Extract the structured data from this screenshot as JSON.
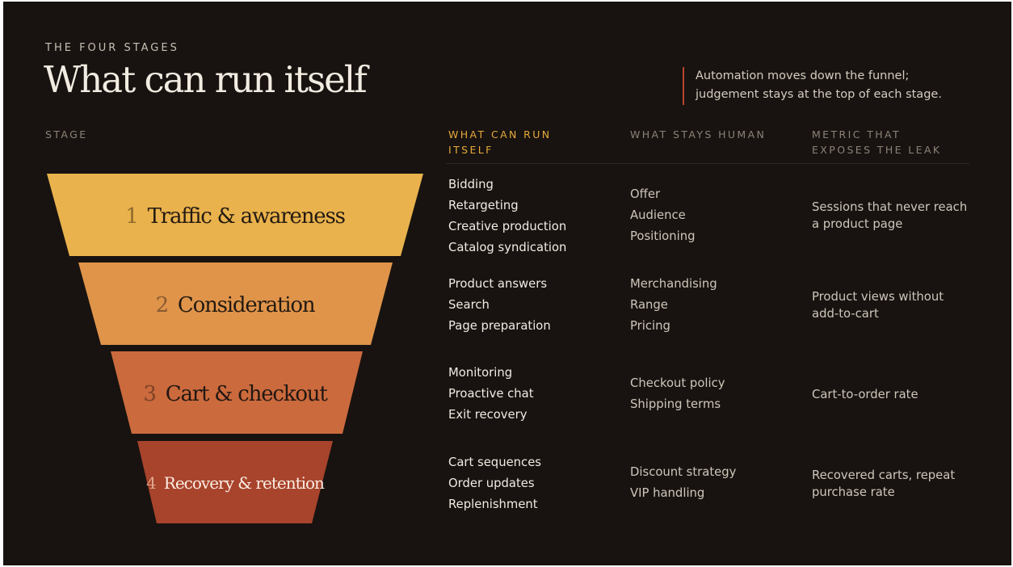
{
  "header": {
    "eyebrow": "THE FOUR STAGES",
    "title": "What can run itself",
    "note_lines": [
      "Automation moves down the funnel;",
      "judgement stays at the top of each stage."
    ]
  },
  "columns": {
    "stage": "STAGE",
    "auto": [
      "WHAT CAN RUN",
      "ITSELF"
    ],
    "human": "WHAT STAYS HUMAN",
    "metric": [
      "METRIC THAT",
      "EXPOSES THE LEAK"
    ]
  },
  "colors": {
    "background": "#181310",
    "accent": "#e6a93c",
    "stage_1": "#e9b24c",
    "stage_2": "#e0944a",
    "stage_3": "#cb6a3d",
    "stage_4": "#a8432c"
  },
  "stages": [
    {
      "number": "1",
      "name": "Traffic & awareness",
      "auto": [
        "Bidding",
        "Retargeting",
        "Creative production",
        "Catalog syndication"
      ],
      "human": [
        "Offer",
        "Audience",
        "Positioning"
      ],
      "metric": [
        "Sessions that never reach",
        "a product page"
      ]
    },
    {
      "number": "2",
      "name": "Consideration",
      "auto": [
        "Product answers",
        "Search",
        "Page preparation"
      ],
      "human": [
        "Merchandising",
        "Range",
        "Pricing"
      ],
      "metric": [
        "Product views without",
        "add-to-cart"
      ]
    },
    {
      "number": "3",
      "name": "Cart & checkout",
      "auto": [
        "Monitoring",
        "Proactive chat",
        "Exit recovery"
      ],
      "human": [
        "Checkout policy",
        "Shipping terms"
      ],
      "metric": [
        "Cart-to-order rate"
      ]
    },
    {
      "number": "4",
      "name": "Recovery & retention",
      "auto": [
        "Cart sequences",
        "Order updates",
        "Replenishment"
      ],
      "human": [
        "Discount strategy",
        "VIP handling"
      ],
      "metric": [
        "Recovered carts, repeat",
        "purchase rate"
      ]
    }
  ]
}
